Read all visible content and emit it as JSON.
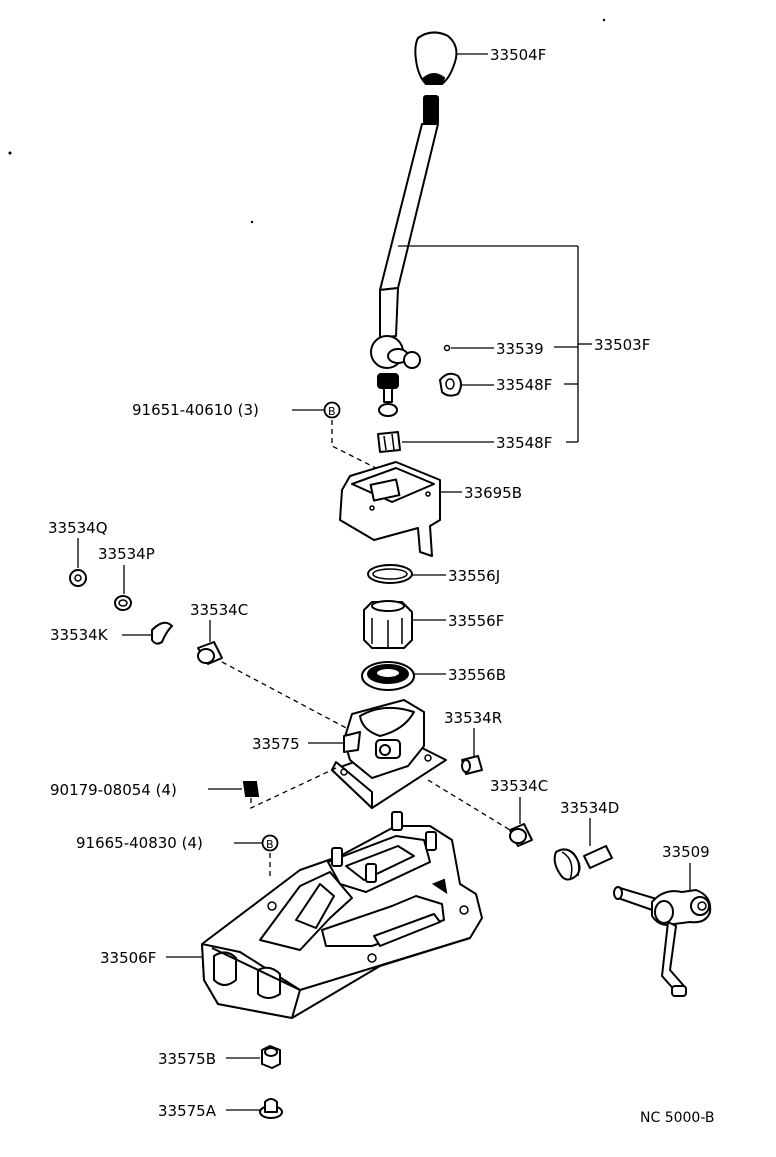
{
  "diagram": {
    "code": "NC 5000-B",
    "parts": {
      "knob": "33504F",
      "lever_assy": "33503F",
      "pin": "33539",
      "bushing_upper": "33548F",
      "bushing_lower": "33548F",
      "bolt_upper": "91651-40610 (3)",
      "callout_b": "B",
      "retainer_plate": "33695B",
      "snap_ring": "33556J",
      "seat": "33556F",
      "seat_ring": "33556B",
      "ring_q": "33534Q",
      "ring_p": "33534P",
      "clip_k": "33534K",
      "collar_left": "33534C",
      "housing": "33575",
      "nut_lower": "90179-08054 (4)",
      "collar_r": "33534R",
      "collar_right": "33534C",
      "spring": "33534D",
      "bolt_lower": "91665-40830 (4)",
      "shift_lever": "33509",
      "case": "33506F",
      "bush_b": "33575B",
      "bush_a": "33575A"
    }
  }
}
